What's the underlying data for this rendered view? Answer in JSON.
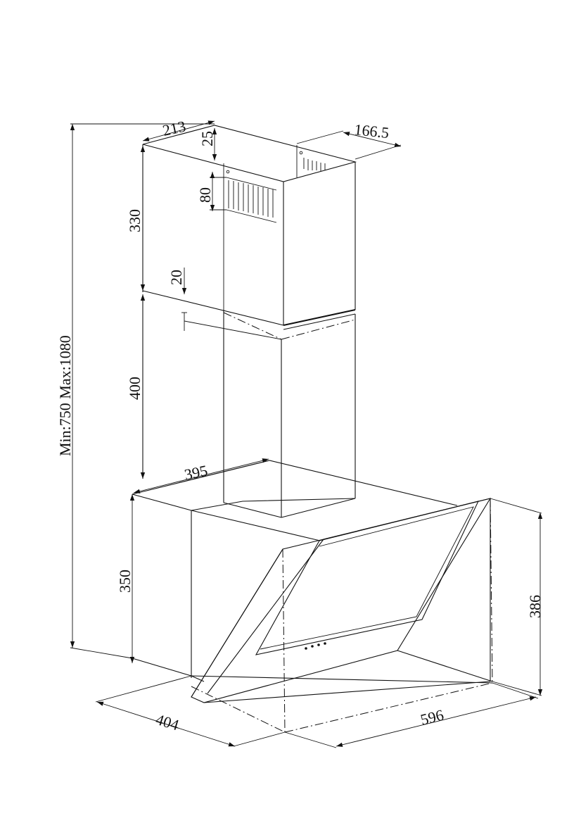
{
  "dimensions": {
    "chimney_depth": "213",
    "chimney_top_gap": "25",
    "chimney_width": "166.5",
    "vent_height": "80",
    "upper_chimney_height": "330",
    "overlap": "20",
    "lower_chimney_height": "400",
    "canopy_top_depth": "395",
    "body_height": "350",
    "overall_front_height": "386",
    "total_height_range": "Min:750 Max:1080",
    "depth": "404",
    "width": "596"
  },
  "colors": {
    "line": "#111111",
    "background": "#ffffff"
  }
}
